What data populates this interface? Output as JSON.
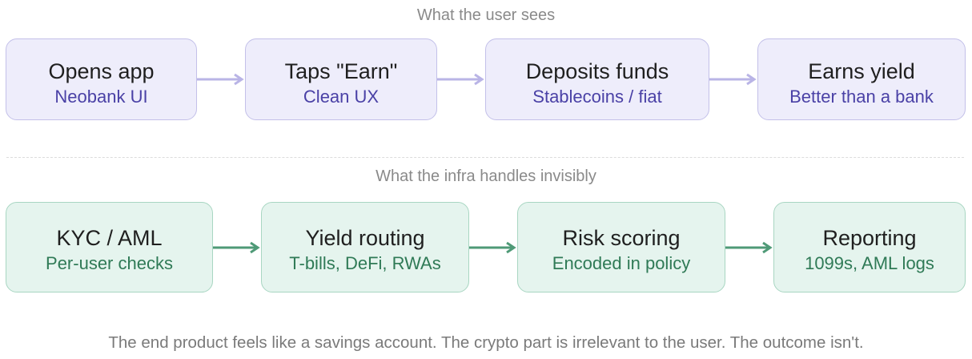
{
  "user_section": {
    "label": "What the user sees",
    "accent_color": "#4a41a6",
    "steps": [
      {
        "title": "Opens app",
        "subtitle": "Neobank UI"
      },
      {
        "title": "Taps \"Earn\"",
        "subtitle": "Clean UX"
      },
      {
        "title": "Deposits funds",
        "subtitle": "Stablecoins / fiat"
      },
      {
        "title": "Earns yield",
        "subtitle": "Better than a bank"
      }
    ]
  },
  "infra_section": {
    "label": "What the infra handles invisibly",
    "accent_color": "#2f7a56",
    "steps": [
      {
        "title": "KYC / AML",
        "subtitle": "Per-user checks"
      },
      {
        "title": "Yield routing",
        "subtitle": "T-bills, DeFi, RWAs"
      },
      {
        "title": "Risk scoring",
        "subtitle": "Encoded in policy"
      },
      {
        "title": "Reporting",
        "subtitle": "1099s, AML logs"
      }
    ]
  },
  "footer": {
    "text": "The end product feels like a savings account. The crypto part is irrelevant to the user. The outcome isn't."
  }
}
